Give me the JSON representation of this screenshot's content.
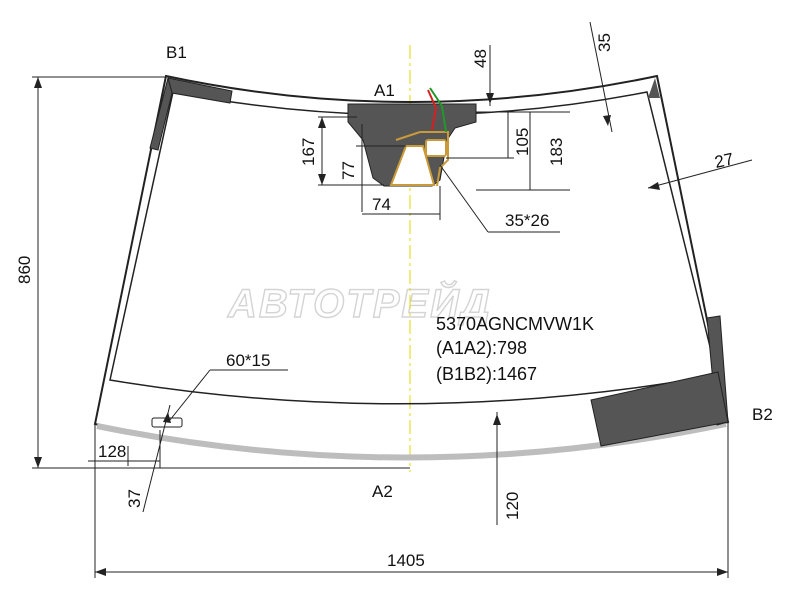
{
  "part_code": "5370AGNCMVW1K",
  "height_a1a2": "(A1A2):798",
  "width_b1b2": "(B1B2):1467",
  "watermark": "АВТОТРЕЙД",
  "points": {
    "a1": "A1",
    "a2": "A2",
    "b1": "B1",
    "b2": "B2"
  },
  "dimensions": {
    "overall_width": "1405",
    "overall_height": "860",
    "top_band": "48",
    "top_right_band": "35",
    "right_band": "27",
    "bottom_band": "120",
    "bottom_left_band": "37",
    "left_offset": "128",
    "sensor_height": "167",
    "sensor_inner": "77",
    "sensor_width": "74",
    "mirror_105": "105",
    "mirror_183": "183",
    "mirror_pad": "35*26",
    "vin_window": "60*15"
  },
  "colors": {
    "frit": "#555555",
    "outline": "#222222",
    "centerline": "#e0d800",
    "bottom_edge": "#bdbdbd",
    "wire_red": "#d62020",
    "wire_green": "#1f9a2a",
    "sensor_outline": "#c89a3a"
  }
}
